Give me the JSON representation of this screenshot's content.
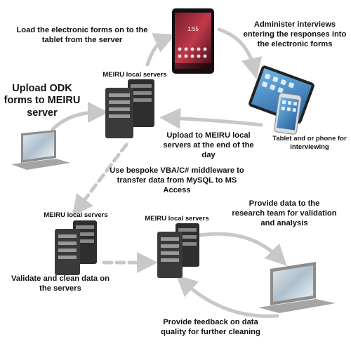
{
  "labels": {
    "load_forms": "Load the electronic forms on to the tablet from the server",
    "administer": "Administer interviews entering the responses into the electronic forms",
    "upload_odk": "Upload ODK forms to MEIRU server",
    "local_servers_top": "MEIRU local servers",
    "upload_local": "Upload to MEIRU local servers at the end of the day",
    "tablet_phone": "Tablet and or phone for interviewing",
    "middleware": "Use bespoke VBA/C# middleware to transfer data from MySQL to MS Access",
    "local_servers_left": "MEIRU local servers",
    "local_servers_mid": "MEIRU local servers",
    "provide_data": "Provide data to the research team for validation and analysis",
    "validate": "Validate and clean data on the servers",
    "feedback": "Provide feedback on data quality for further cleaning"
  },
  "tablet_screen": {
    "time": "1:55"
  },
  "colors": {
    "arrow": "#c8c8c8",
    "server_body": "#3a3a3a",
    "laptop_body": "#9a9a9a"
  }
}
